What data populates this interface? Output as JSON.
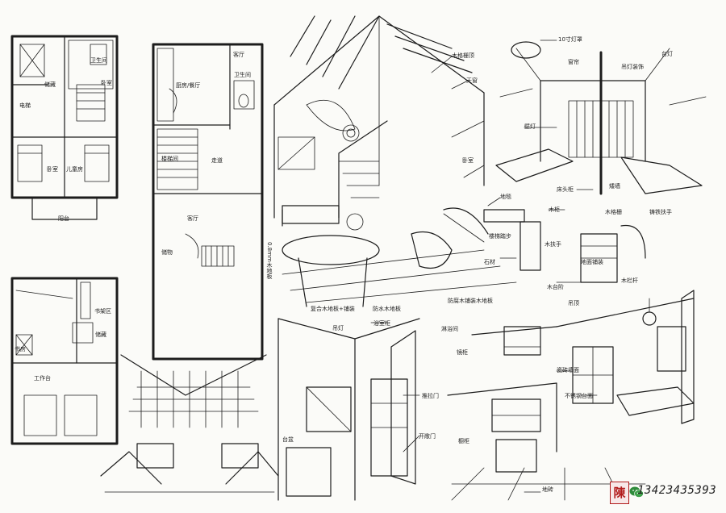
{
  "plan_top_left": {
    "labels": [
      "电梯",
      "储藏",
      "卧室",
      "儿童房",
      "卧室",
      "阳台",
      "卫生间"
    ]
  },
  "plan_top_mid": {
    "labels": [
      "厨房/餐厅",
      "客厅",
      "卫生间",
      "楼梯间",
      "走道",
      "客厅",
      "储物"
    ]
  },
  "plan_bottom_left": {
    "labels": [
      "书架区",
      "储藏",
      "书房",
      "工作台"
    ]
  },
  "perspective_main": {
    "labels": [
      "木格栅顶",
      "天窗",
      "卧室",
      "0.8mm木地板",
      "复合木地板+铺装",
      "防水木地板",
      "防腐木铺装木地板"
    ]
  },
  "detail_panels": {
    "labels": [
      "10寸灯罩",
      "窗帘",
      "吊灯装饰",
      "台灯",
      "壁灯",
      "床头柜",
      "矮墙",
      "地毯",
      "木柜",
      "木格栅",
      "铸铁扶手",
      "楼梯踏步",
      "木扶手",
      "木栏杆",
      "木台阶",
      "吊顶",
      "石材",
      "地面铺装"
    ]
  },
  "bath_kitchen": {
    "labels": [
      "吊灯",
      "浴室柜",
      "淋浴间",
      "推拉门",
      "台盆",
      "开敞门",
      "镜柜",
      "瓷砖墙面",
      "不锈钢台面",
      "橱柜",
      "地砖"
    ]
  },
  "footer": {
    "seal_char": "陳",
    "phone": "13423435393"
  },
  "colors": {
    "ink": "#1c1c1c",
    "paper": "#fbfbf8",
    "seal_red": "#b21b1b",
    "wechat_green": "#2e8b3a"
  }
}
